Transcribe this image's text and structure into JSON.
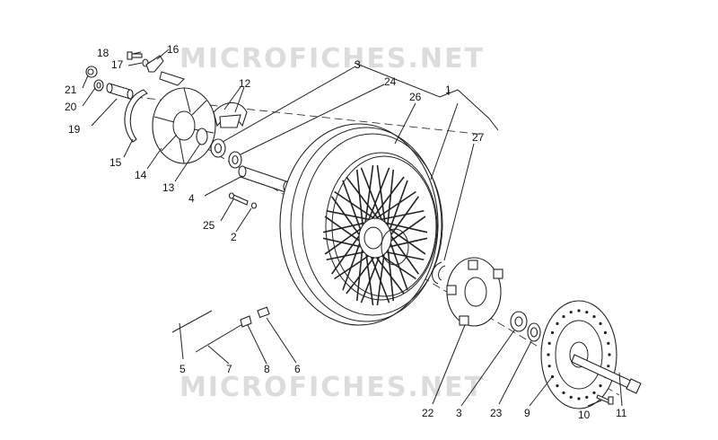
{
  "watermarks": {
    "top": "MICROFICHES.NET",
    "bottom": "MICROFICHES.NET"
  },
  "callouts": {
    "c1": "1",
    "c2": "2",
    "c3a": "3",
    "c3b": "3",
    "c4": "4",
    "c5": "5",
    "c6": "6",
    "c7": "7",
    "c8": "8",
    "c9": "9",
    "c10": "10",
    "c11": "11",
    "c12": "12",
    "c13": "13",
    "c14": "14",
    "c15": "15",
    "c16": "16",
    "c17": "17",
    "c18": "18",
    "c19": "19",
    "c20": "20",
    "c21": "21",
    "c22": "22",
    "c23": "23",
    "c24": "24",
    "c25": "25",
    "c26": "26",
    "c27": "27"
  }
}
